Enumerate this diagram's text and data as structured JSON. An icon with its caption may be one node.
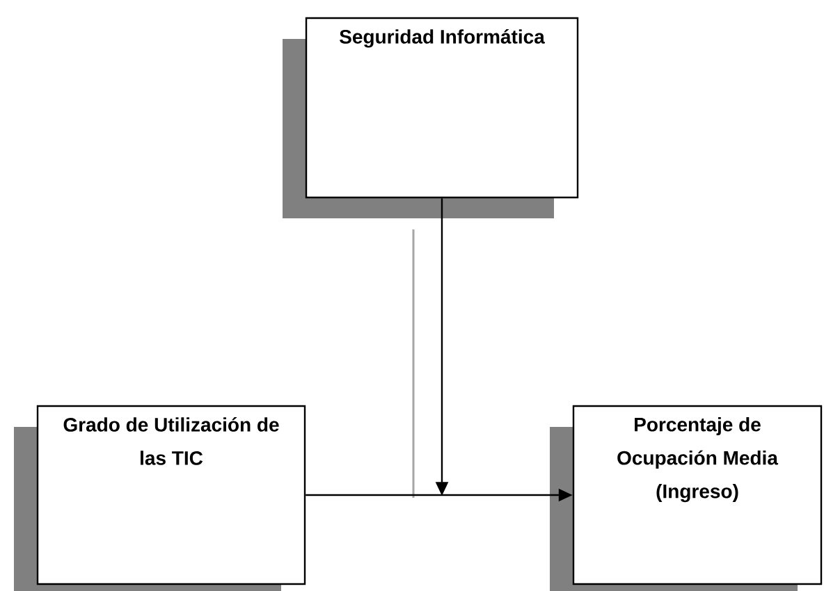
{
  "diagram": {
    "nodes": [
      {
        "text": [
          "Seguridad Informática"
        ]
      },
      {
        "text": [
          "Grado de Utilización de las TIC"
        ]
      },
      {
        "text": [
          "Porcentaje de Ocupación Media (Ingreso)"
        ]
      }
    ],
    "edges": [
      {
        "from": 1,
        "to": 2,
        "arrow": "to"
      },
      {
        "from": 0,
        "to": null,
        "arrow": "to"
      }
    ]
  }
}
